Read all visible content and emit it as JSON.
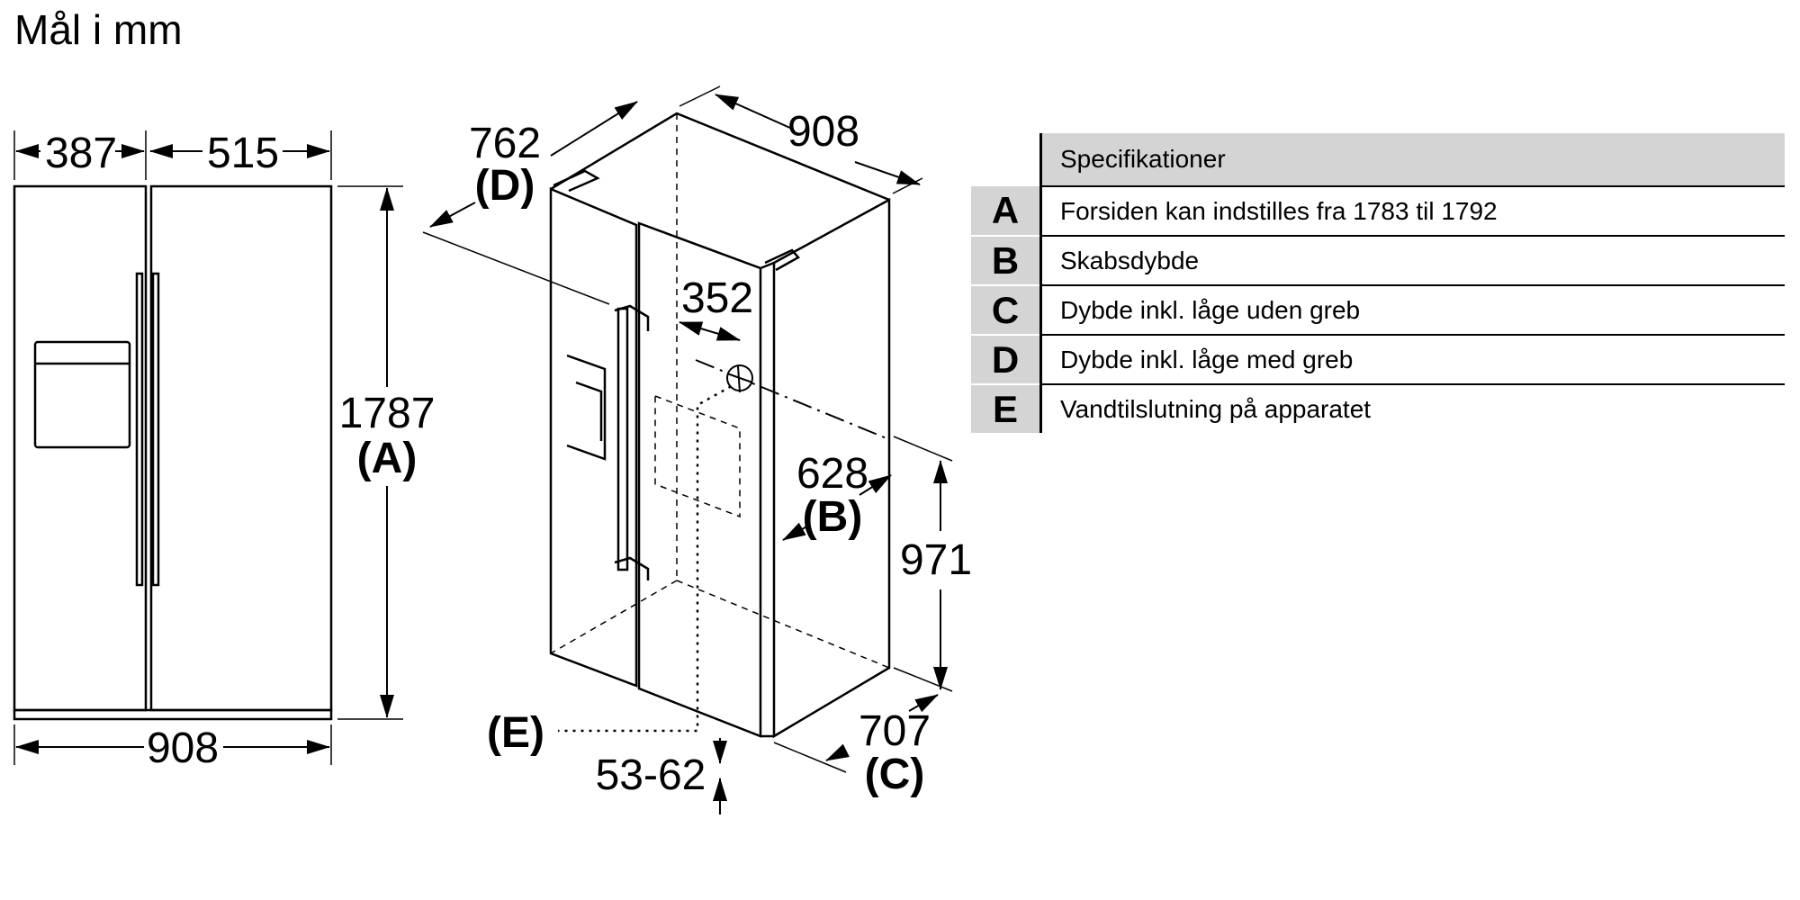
{
  "title": "Mål i mm",
  "front_view": {
    "width_left": "387",
    "width_right": "515",
    "total_width": "908",
    "height_value": "1787",
    "height_label": "(A)"
  },
  "iso_view": {
    "depth_d_value": "762",
    "depth_d_label": "(D)",
    "width_value": "908",
    "water_offset": "352",
    "depth_b_value": "628",
    "depth_b_label": "(B)",
    "water_height": "971",
    "depth_c_value": "707",
    "depth_c_label": "(C)",
    "water_label": "(E)",
    "water_depth": "53-62"
  },
  "spec_table": {
    "header": "Specifikationer",
    "rows": [
      {
        "letter": "A",
        "text": "Forsiden kan indstilles fra 1783 til 1792"
      },
      {
        "letter": "B",
        "text": "Skabsdybde"
      },
      {
        "letter": "C",
        "text": "Dybde inkl. låge uden greb"
      },
      {
        "letter": "D",
        "text": "Dybde inkl. låge med greb"
      },
      {
        "letter": "E",
        "text": "Vandtilslutning på apparatet"
      }
    ]
  }
}
